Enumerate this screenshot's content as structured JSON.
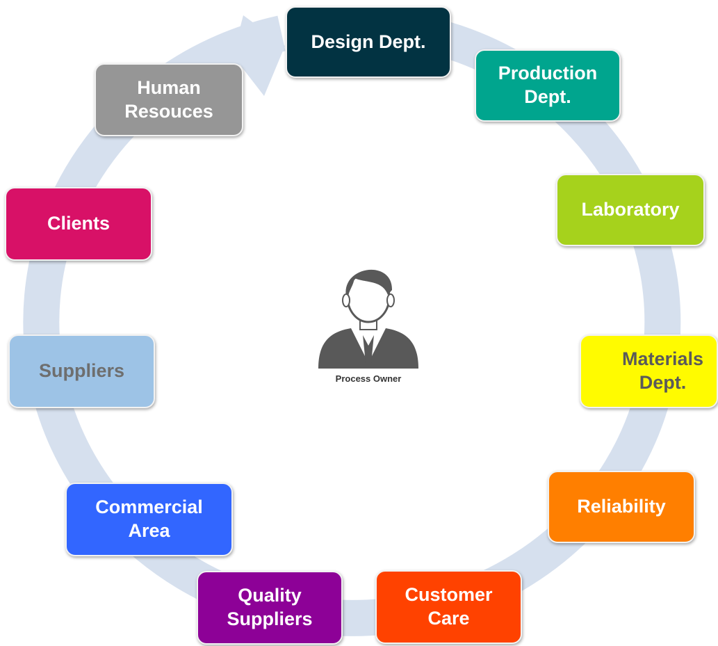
{
  "center": {
    "label": "Process Owner",
    "icon": "person-icon"
  },
  "cycle_color": "#d6e0ee",
  "nodes": [
    {
      "id": "design-dept",
      "label": "Design Dept.",
      "bg": "#023342",
      "fg": "#ffffff"
    },
    {
      "id": "production-dept",
      "label": "Production\nDept.",
      "bg": "#00a58e",
      "fg": "#ffffff"
    },
    {
      "id": "laboratory",
      "label": "Laboratory",
      "bg": "#a6d21c",
      "fg": "#ffffff"
    },
    {
      "id": "materials-dept",
      "label": "Materials\nDept.",
      "bg": "#fffb00",
      "fg": "#5a5a5a"
    },
    {
      "id": "reliability",
      "label": "Reliability",
      "bg": "#ff7f00",
      "fg": "#ffffff"
    },
    {
      "id": "customer-care",
      "label": "Customer\nCare",
      "bg": "#ff4200",
      "fg": "#ffffff"
    },
    {
      "id": "quality-suppliers",
      "label": "Quality\nSuppliers",
      "bg": "#8d0197",
      "fg": "#ffffff"
    },
    {
      "id": "commercial-area",
      "label": "Commercial\nArea",
      "bg": "#3266ff",
      "fg": "#ffffff"
    },
    {
      "id": "suppliers",
      "label": "Suppliers",
      "bg": "#9dc3e6",
      "fg": "#6e6e6e"
    },
    {
      "id": "clients",
      "label": "Clients",
      "bg": "#d81167",
      "fg": "#ffffff"
    },
    {
      "id": "human-resources",
      "label": "Human\nResouces",
      "bg": "#969696",
      "fg": "#ffffff"
    }
  ]
}
